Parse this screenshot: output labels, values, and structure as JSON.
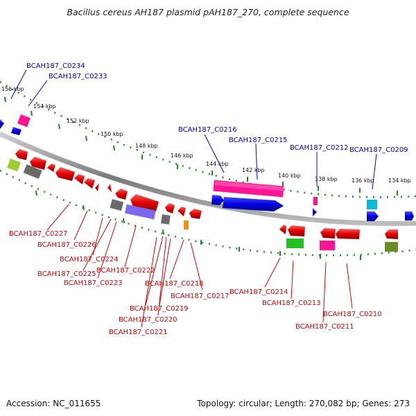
{
  "title": "Bacillus cereus AH187 plasmid pAH187_270, complete sequence",
  "footer": {
    "accession": "Accession: NC_011655",
    "summary": "Topology: circular; Length: 270,082 bp; Genes: 273"
  },
  "kbp_ticks": [
    "156 kbp",
    "154 kbp",
    "152 kbp",
    "150 kbp",
    "148 kbp",
    "146 kbp",
    "144 kbp",
    "142 kbp",
    "140 kbp",
    "138 kbp",
    "136 kbp",
    "134 kbp"
  ],
  "genes_forward": [
    "BCAH187_C0234",
    "BCAH187_C0233",
    "BCAH187_C0216",
    "BCAH187_C0215",
    "BCAH187_C0212",
    "BCAH187_C0209"
  ],
  "genes_reverse": [
    "BCAH187_C0227",
    "BCAH187_C0226",
    "BCAH187_C0224",
    "BCAH187_C0225",
    "BCAH187_C0222",
    "BCAH187_C0223",
    "BCAH187_C0218",
    "BCAH187_C0217",
    "BCAH187_C0219",
    "BCAH187_C0220",
    "BCAH187_C0221",
    "BCAH187_C0214",
    "BCAH187_C0213",
    "BCAH187_C0210",
    "BCAH187_C0211"
  ],
  "colors": {
    "forward_label": "#0000c8",
    "reverse_label": "#d40000",
    "backbone": "#8a8a8a",
    "tick": "#1a8a1a",
    "forward_gene": "#0000e0",
    "reverse_gene": "#e00000"
  }
}
